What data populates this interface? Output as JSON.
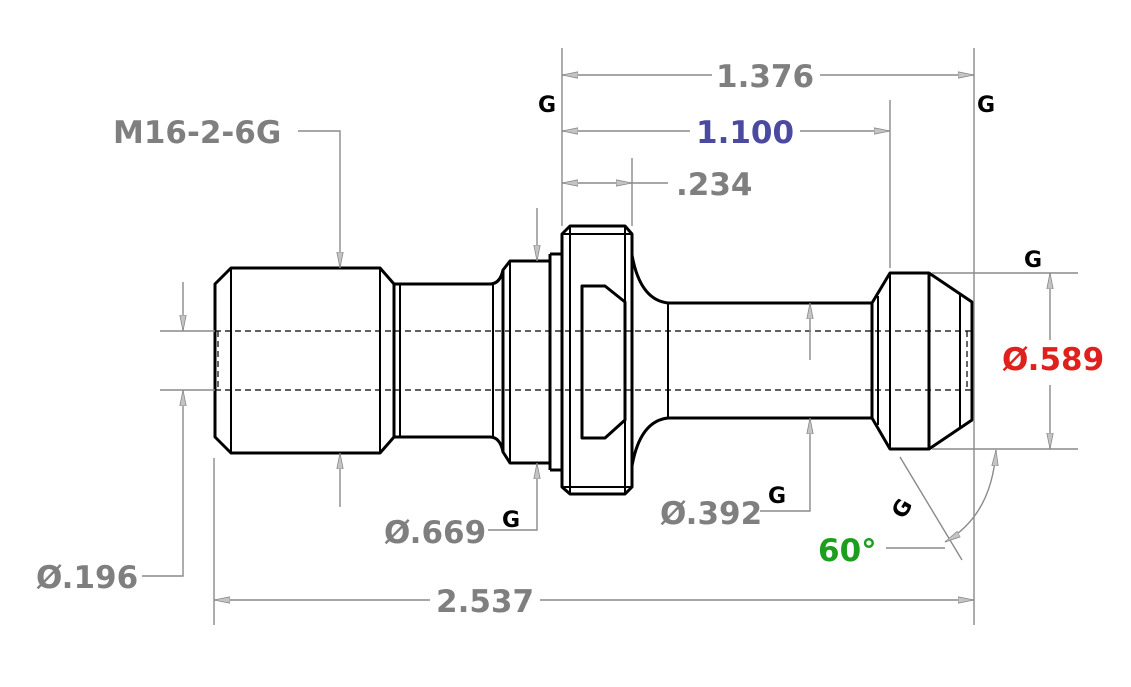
{
  "drawing": {
    "colors": {
      "part": "#000000",
      "dimension": "#7f7f7f",
      "blue": "#4a4aa0",
      "red": "#e0201c",
      "green": "#1e9e1e"
    },
    "callouts": {
      "thread": "M16-2-6G",
      "dia_bore": "Ø.196",
      "dia_collar": "Ø.669",
      "dia_neck": "Ø.392",
      "dia_knob": "Ø.589",
      "angle": "60°"
    },
    "dimensions": {
      "overall_length": "2.537",
      "length_1376": "1.376",
      "length_1100": "1.100",
      "length_234": ".234"
    },
    "gdt_marks": {
      "g1": "G",
      "g2": "G",
      "g3": "G",
      "g4": "G",
      "g5": "G",
      "g6": "G"
    }
  }
}
